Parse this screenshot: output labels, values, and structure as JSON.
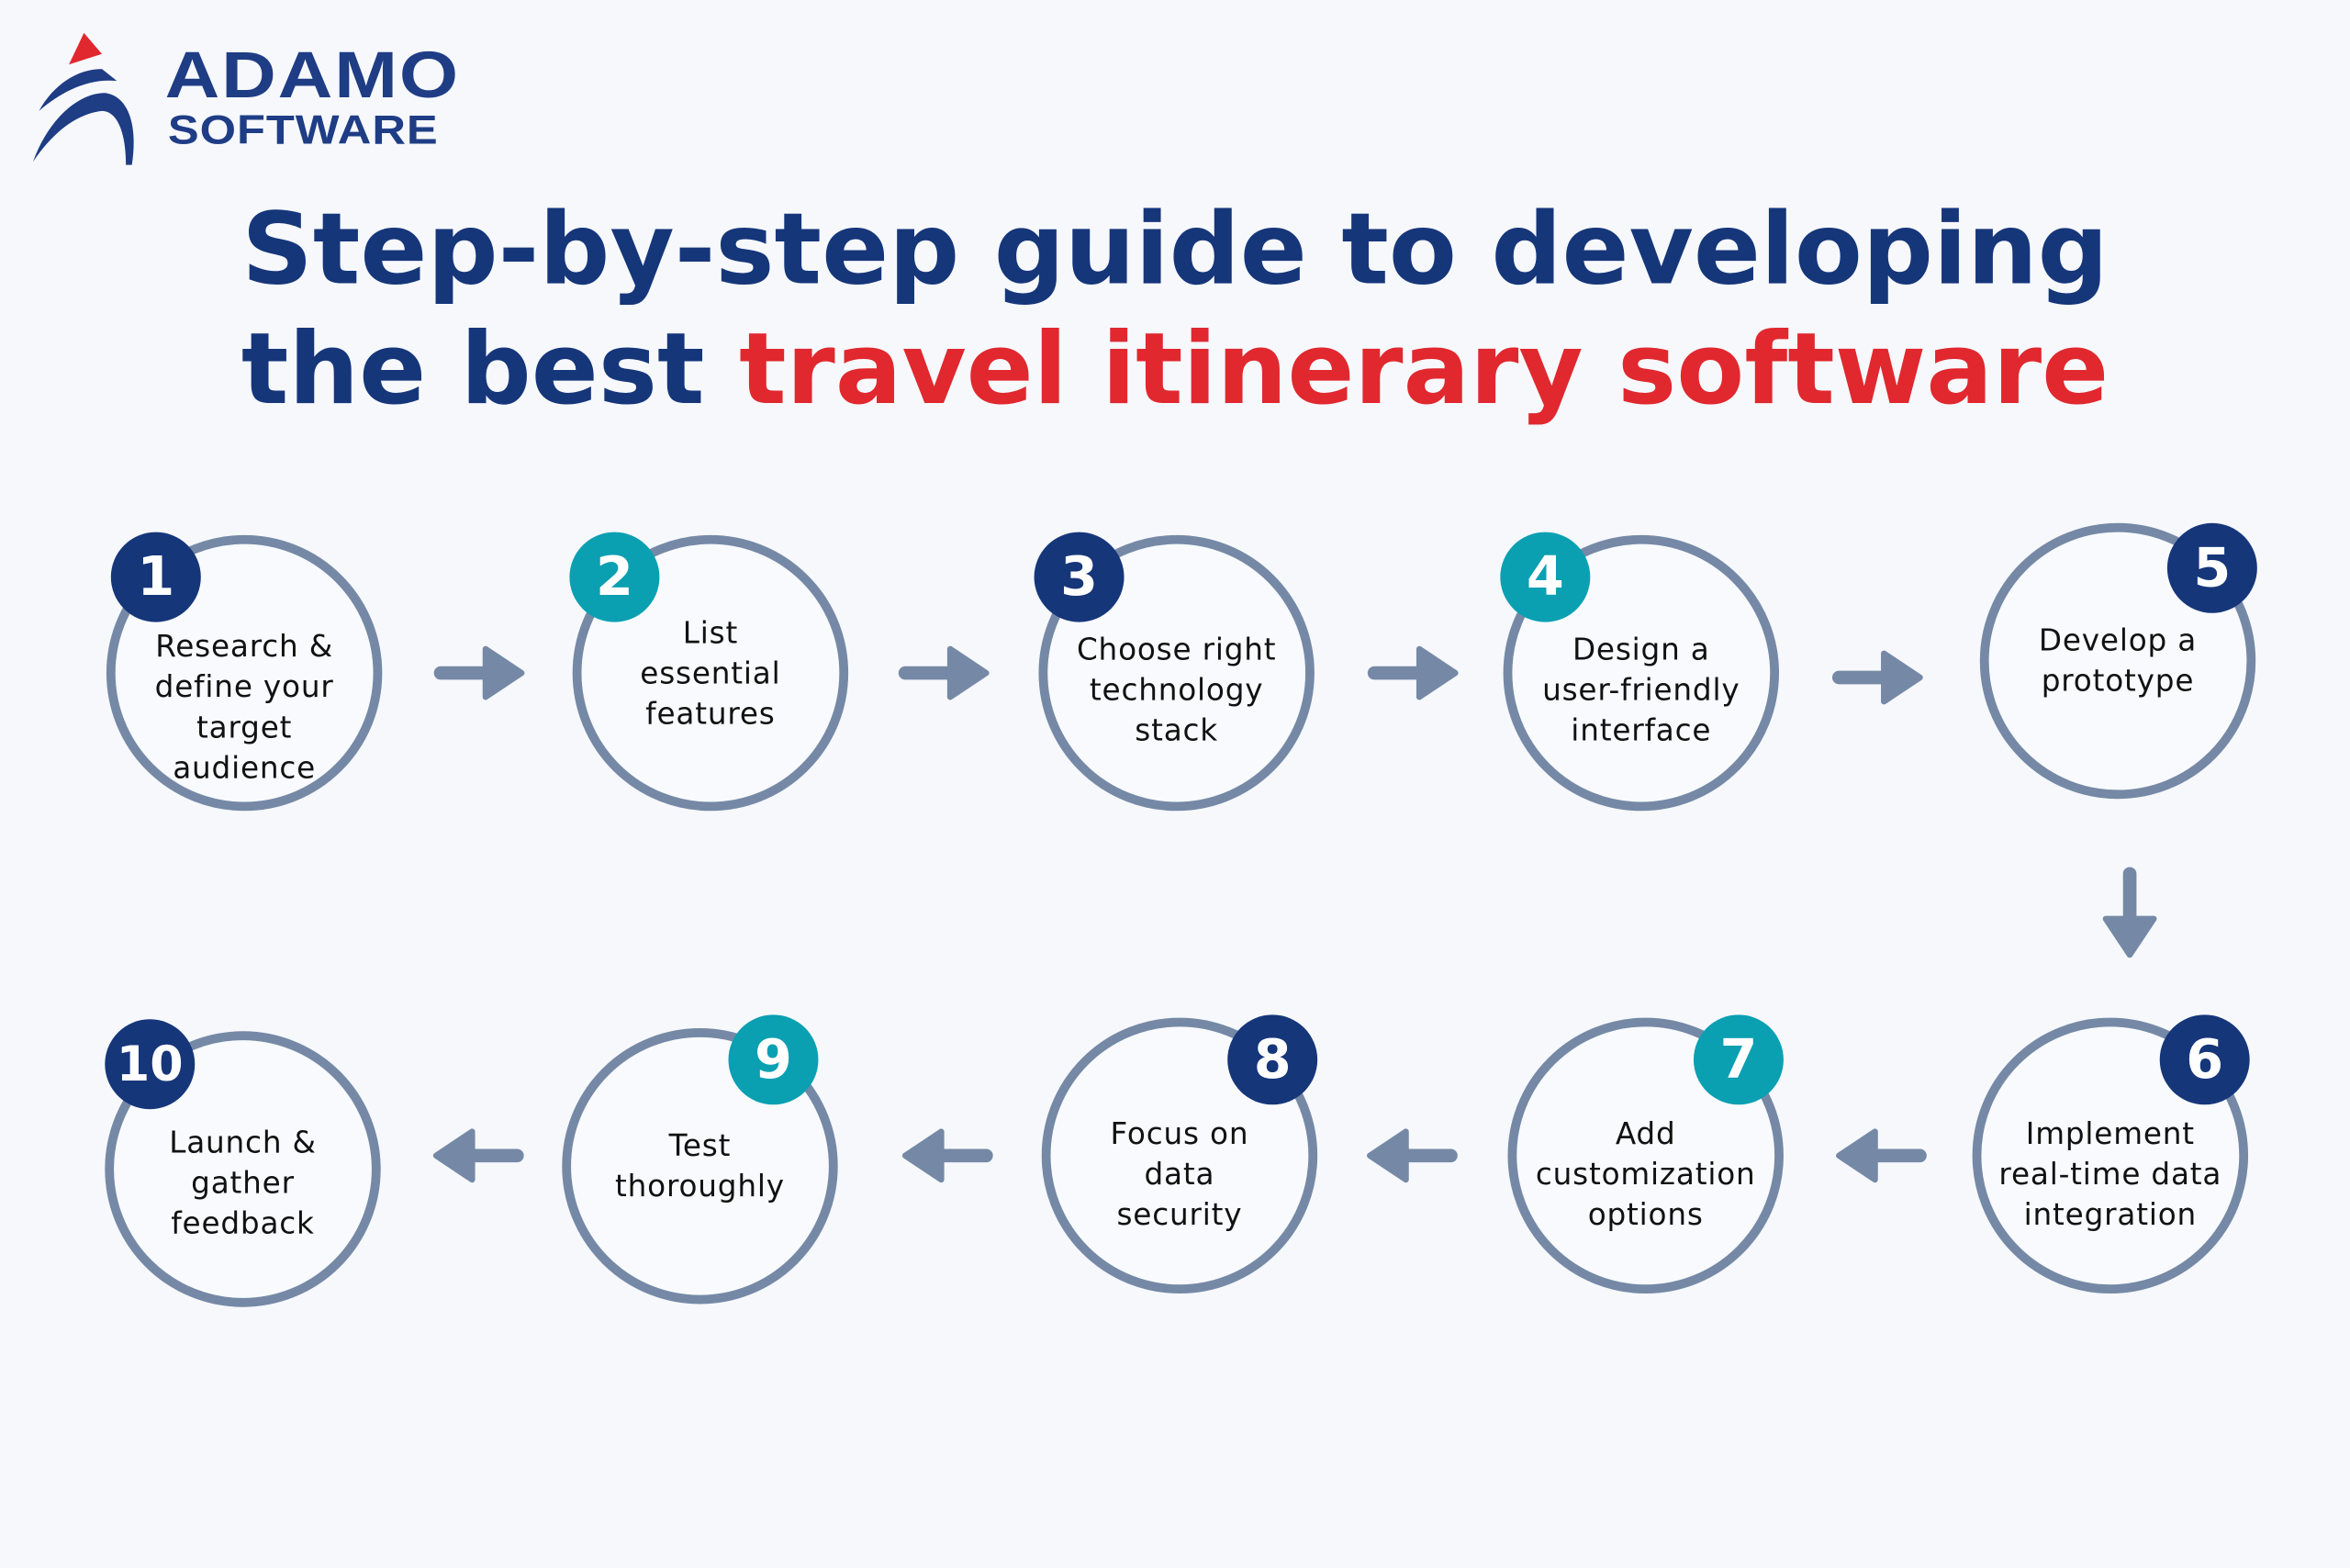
{
  "logo": {
    "line1": "ADAMO",
    "line2": "SOFTWARE"
  },
  "title": {
    "line1": "Step-by-step guide to developing",
    "line2_dark": "the best ",
    "line2_red": "travel itinerary software"
  },
  "colors": {
    "navy": "#16367a",
    "red": "#e0282e",
    "teal": "#0aa0b2",
    "gray": "#7589a6"
  },
  "steps": [
    {
      "number": "1",
      "badge": "navy",
      "lines": [
        "Research &",
        "define your",
        "target",
        "audience"
      ]
    },
    {
      "number": "2",
      "badge": "teal",
      "lines": [
        "List",
        "essential",
        "features"
      ]
    },
    {
      "number": "3",
      "badge": "navy",
      "lines": [
        "Choose right",
        "technology",
        "stack"
      ]
    },
    {
      "number": "4",
      "badge": "teal",
      "lines": [
        "Design a",
        "user-friendly",
        "interface"
      ]
    },
    {
      "number": "5",
      "badge": "navy",
      "lines": [
        "Develop a",
        "prototype"
      ]
    },
    {
      "number": "6",
      "badge": "navy",
      "lines": [
        "Implement",
        "real-time data",
        "integration"
      ]
    },
    {
      "number": "7",
      "badge": "teal",
      "lines": [
        "Add",
        "customization",
        "options"
      ]
    },
    {
      "number": "8",
      "badge": "navy",
      "lines": [
        "Focus on",
        "data",
        "security"
      ]
    },
    {
      "number": "9",
      "badge": "teal",
      "lines": [
        "Test",
        "thoroughly"
      ]
    },
    {
      "number": "10",
      "badge": "navy",
      "lines": [
        "Launch &",
        "gather",
        "feedback"
      ]
    }
  ]
}
